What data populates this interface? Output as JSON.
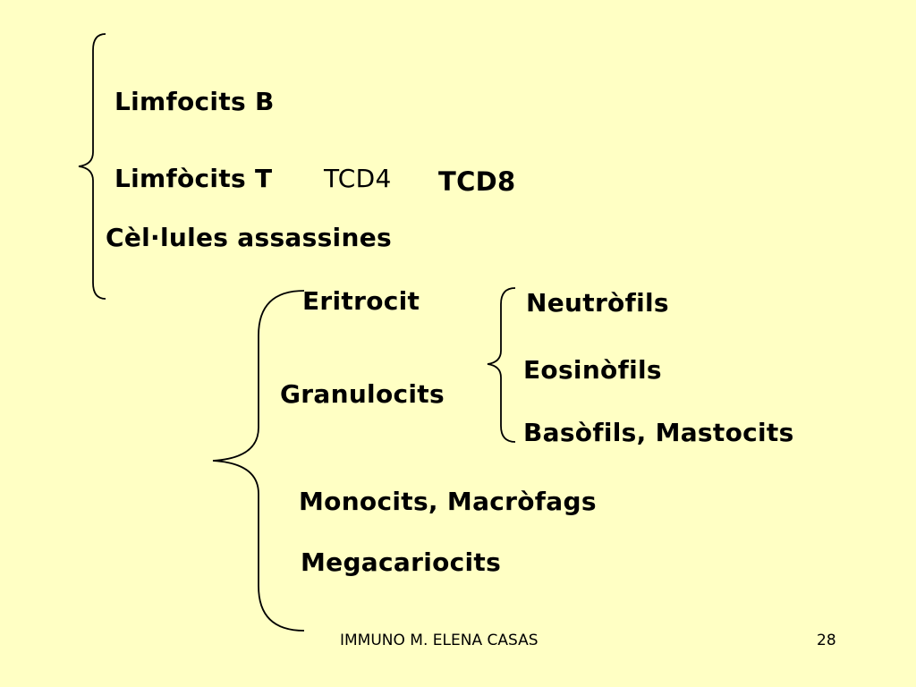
{
  "slide": {
    "background_color": "#FFFFC4",
    "text_color": "#000000"
  },
  "group_lymphocytes": {
    "limfocits_b": "Limfocits B",
    "limfocits_t": "Limfòcits T",
    "tcd4": "TCD4",
    "tcd8": "TCD8",
    "cells_assassines": "Cèl·lules assassines"
  },
  "group_myeloid": {
    "eritrocit": "Eritrocit",
    "granulocits": "Granulocits",
    "monocits": "Monocits, Macròfags",
    "megacariocits": "Megacariocits"
  },
  "group_granulocytes": {
    "neutrofils": "Neutròfils",
    "eosinofils": "Eosinòfils",
    "basofils": "Basòfils, Mastocits"
  },
  "footer": {
    "author": "IMMUNO M. ELENA CASAS",
    "page_number": "28"
  }
}
